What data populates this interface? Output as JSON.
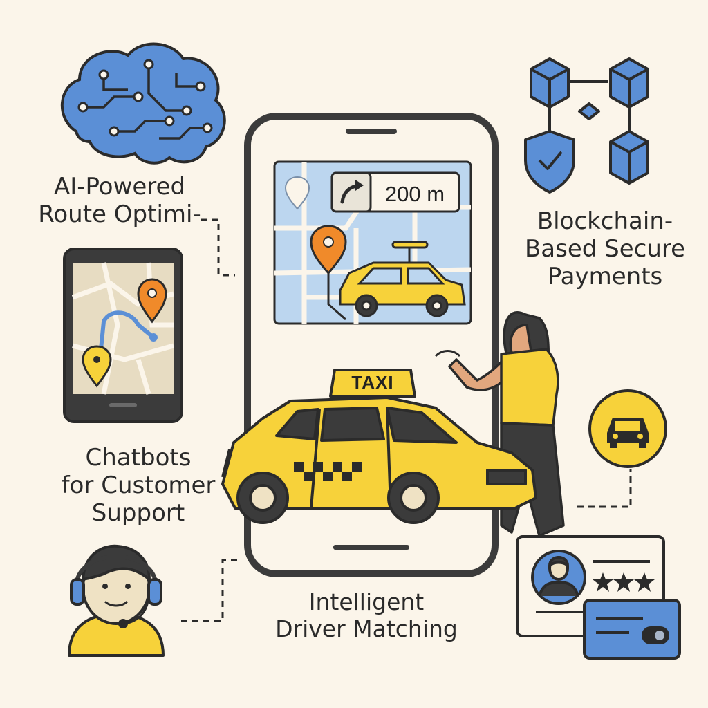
{
  "labels": {
    "ai_route": [
      "AI-Powered",
      "Route Optimi-"
    ],
    "blockchain": [
      "Blockchain-",
      "Based Secure",
      "Payments"
    ],
    "chatbots": [
      "Chatbots",
      "for Customer",
      "Support"
    ],
    "driver_matching": [
      "Intelligent",
      "Driver Matching"
    ]
  },
  "phone": {
    "navigation": {
      "distance": "200 m",
      "turn_icon": "turn-right-arrow-icon"
    }
  },
  "taxi": {
    "sign": "TAXI"
  },
  "rating": {
    "stars": 3
  },
  "icons": [
    "brain-icon",
    "blockchain-cubes-icon",
    "shield-check-icon",
    "map-phone-icon",
    "location-pin-icon",
    "taxi-icon",
    "car-circle-icon",
    "support-agent-icon",
    "driver-profile-card-icon",
    "credit-card-icon",
    "woman-hailing-icon"
  ],
  "colors": {
    "background": "#fbf5ea",
    "blue": "#5b8fd6",
    "yellow": "#f7d23a",
    "orange": "#f08a2a",
    "outline": "#2b2b2b",
    "map": "#bcd6ef"
  }
}
